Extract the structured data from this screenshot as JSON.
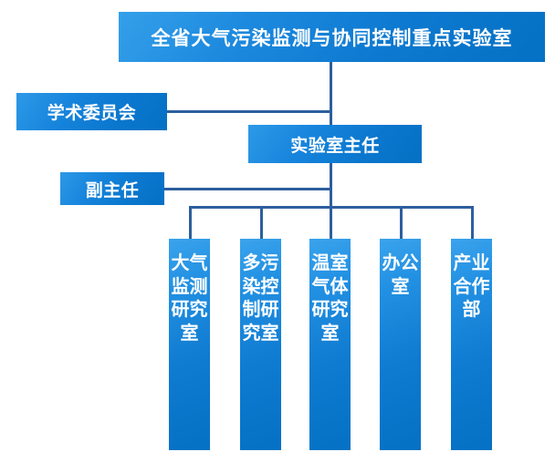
{
  "diagram": {
    "type": "organization-chart",
    "background_color": "#ffffff",
    "box_gradient_from": "#34a0ea",
    "box_gradient_to": "#0571c4",
    "connector_color": "#2d5f9e",
    "text_color": "#ffffff",
    "title": "全省大气污染监测与协同控制重点实验室",
    "nodes": {
      "root": "全省大气污染监测与协同控制重点实验室",
      "academic_committee": "学术委员会",
      "director": "实验室主任",
      "deputy_director": "副主任"
    },
    "departments": [
      {
        "label": "大气监测研究室"
      },
      {
        "label": "多污染控制研究室"
      },
      {
        "label": "温室气体研究室"
      },
      {
        "label": "办公室"
      },
      {
        "label": "产业合作部"
      }
    ]
  }
}
